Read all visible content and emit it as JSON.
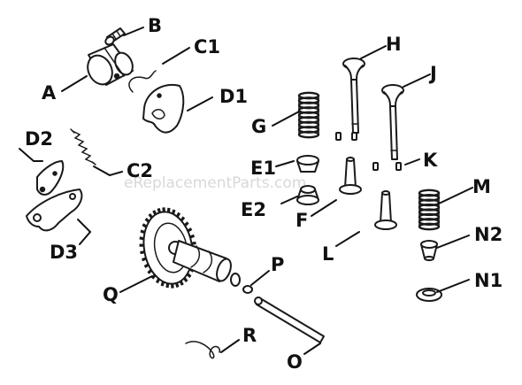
{
  "watermark": "eReplacementParts.com",
  "callouts": {
    "A": "A",
    "B": "B",
    "C1": "C1",
    "C2": "C2",
    "D1": "D1",
    "D2": "D2",
    "D3": "D3",
    "E1": "E1",
    "E2": "E2",
    "F": "F",
    "G": "G",
    "H": "H",
    "J": "J",
    "K": "K",
    "L": "L",
    "M": "M",
    "N1": "N1",
    "N2": "N2",
    "O": "O",
    "P": "P",
    "Q": "Q",
    "R": "R"
  }
}
